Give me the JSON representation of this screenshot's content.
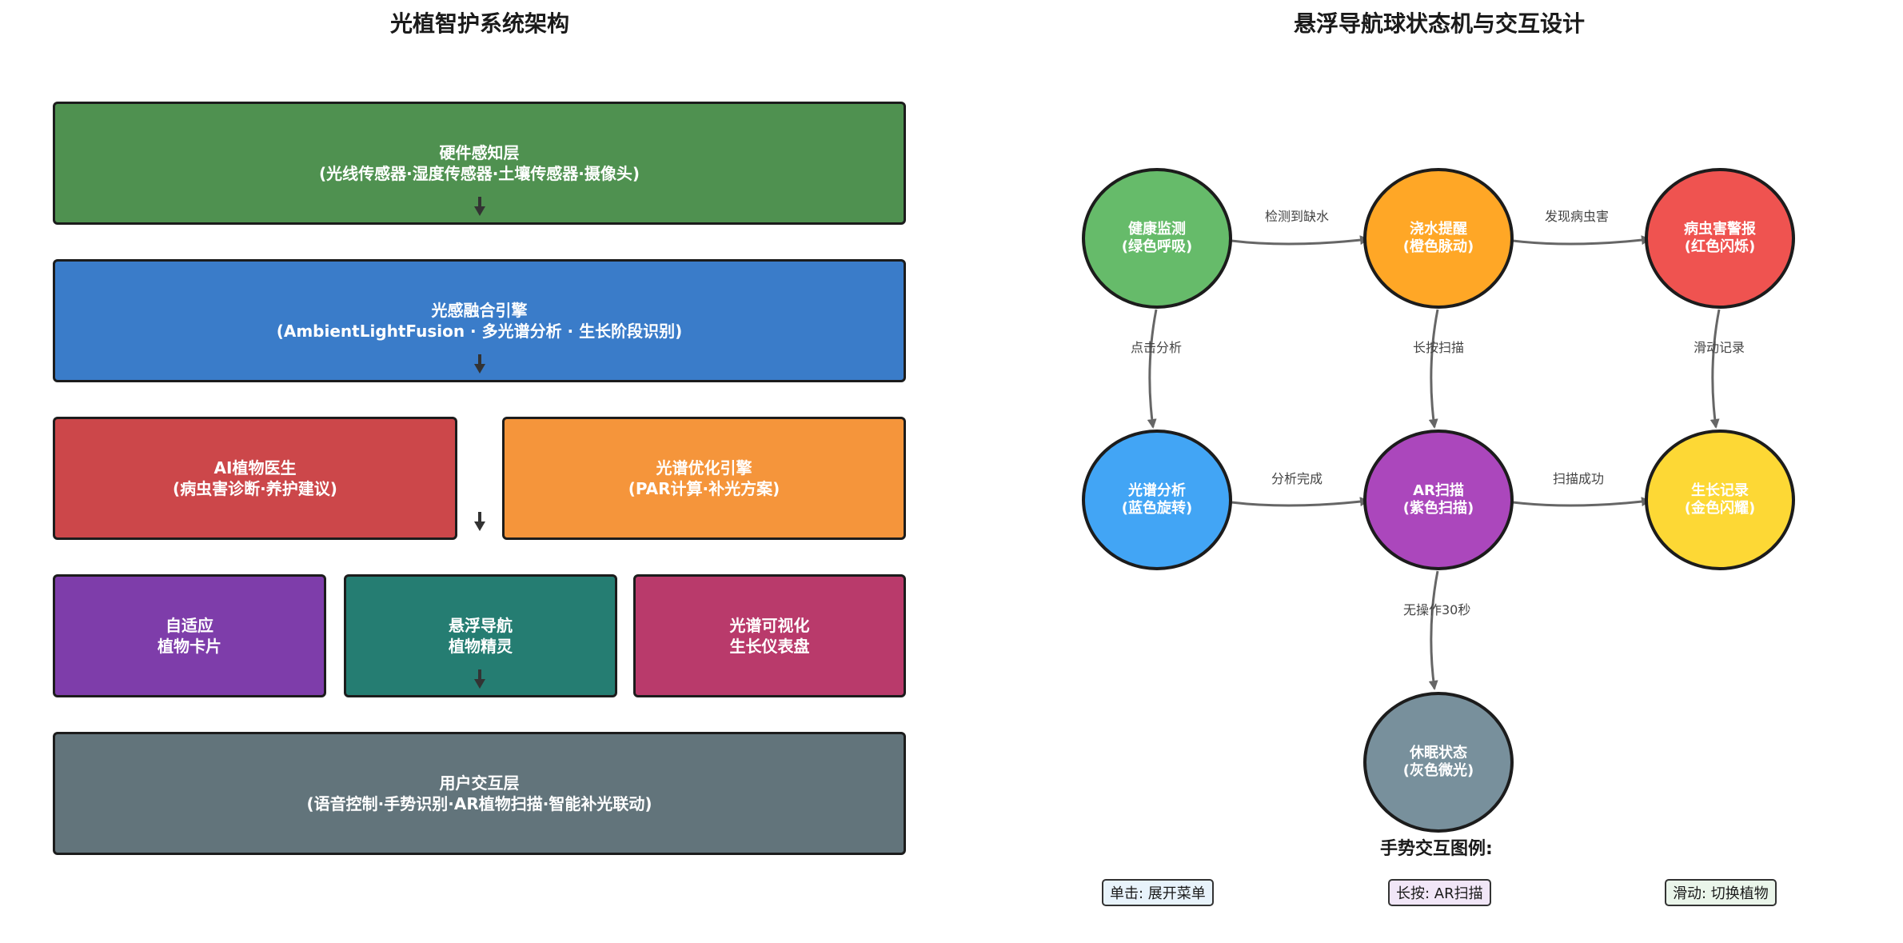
{
  "left": {
    "title": "光植智护系统架构",
    "layers": {
      "hardware": {
        "line1": "硬件感知层",
        "line2": "(光线传感器·湿度传感器·土壤传感器·摄像头)",
        "color": "#4f9150"
      },
      "fusion": {
        "line1": "光感融合引擎",
        "line2": "(AmbientLightFusion · 多光谱分析 · 生长阶段识别)",
        "color": "#3a7cc9"
      },
      "ai_doctor": {
        "line1": "AI植物医生",
        "line2": "(病虫害诊断·养护建议)",
        "color": "#cc474a"
      },
      "spectrum_engine": {
        "line1": "光谱优化引擎",
        "line2": "(PAR计算·补光方案)",
        "color": "#f5953b"
      },
      "plant_card": {
        "line1": "自适应",
        "line2": "植物卡片",
        "color": "#7e3daa"
      },
      "nav_sprite": {
        "line1": "悬浮导航",
        "line2": "植物精灵",
        "color": "#257d72"
      },
      "dashboard": {
        "line1": "光谱可视化",
        "line2": "生长仪表盘",
        "color": "#b93a6b"
      },
      "user_layer": {
        "line1": "用户交互层",
        "line2": "(语音控制·手势识别·AR植物扫描·智能补光联动)",
        "color": "#62747b"
      }
    }
  },
  "right": {
    "title": "悬浮导航球状态机与交互设计",
    "states": {
      "health": {
        "line1": "健康监测",
        "line2": "(绿色呼吸)",
        "color": "#66bb6a"
      },
      "water": {
        "line1": "浇水提醒",
        "line2": "(橙色脉动)",
        "color": "#ffa726"
      },
      "pest": {
        "line1": "病虫害警报",
        "line2": "(红色闪烁)",
        "color": "#ef5350"
      },
      "spectrum": {
        "line1": "光谱分析",
        "line2": "(蓝色旋转)",
        "color": "#42a5f5"
      },
      "ar": {
        "line1": "AR扫描",
        "line2": "(紫色扫描)",
        "color": "#ab47bc"
      },
      "growth": {
        "line1": "生长记录",
        "line2": "(金色闪耀)",
        "color": "#fdd835"
      },
      "sleep": {
        "line1": "休眠状态",
        "line2": "(灰色微光)",
        "color": "#78909c"
      }
    },
    "transitions": {
      "health_water": "检测到缺水",
      "water_pest": "发现病虫害",
      "health_spectrum": "点击分析",
      "water_ar": "长按扫描",
      "pest_growth": "滑动记录",
      "spectrum_ar": "分析完成",
      "ar_growth": "扫描成功",
      "ar_sleep": "无操作30秒"
    },
    "legend": {
      "title": "手势交互图例:",
      "items": [
        "单击: 展开菜单",
        "长按: AR扫描",
        "滑动: 切换植物"
      ],
      "colors": [
        "#e8f3fb",
        "#f1e6f7",
        "#eaf5ea"
      ]
    }
  },
  "edge_color": "#666666"
}
